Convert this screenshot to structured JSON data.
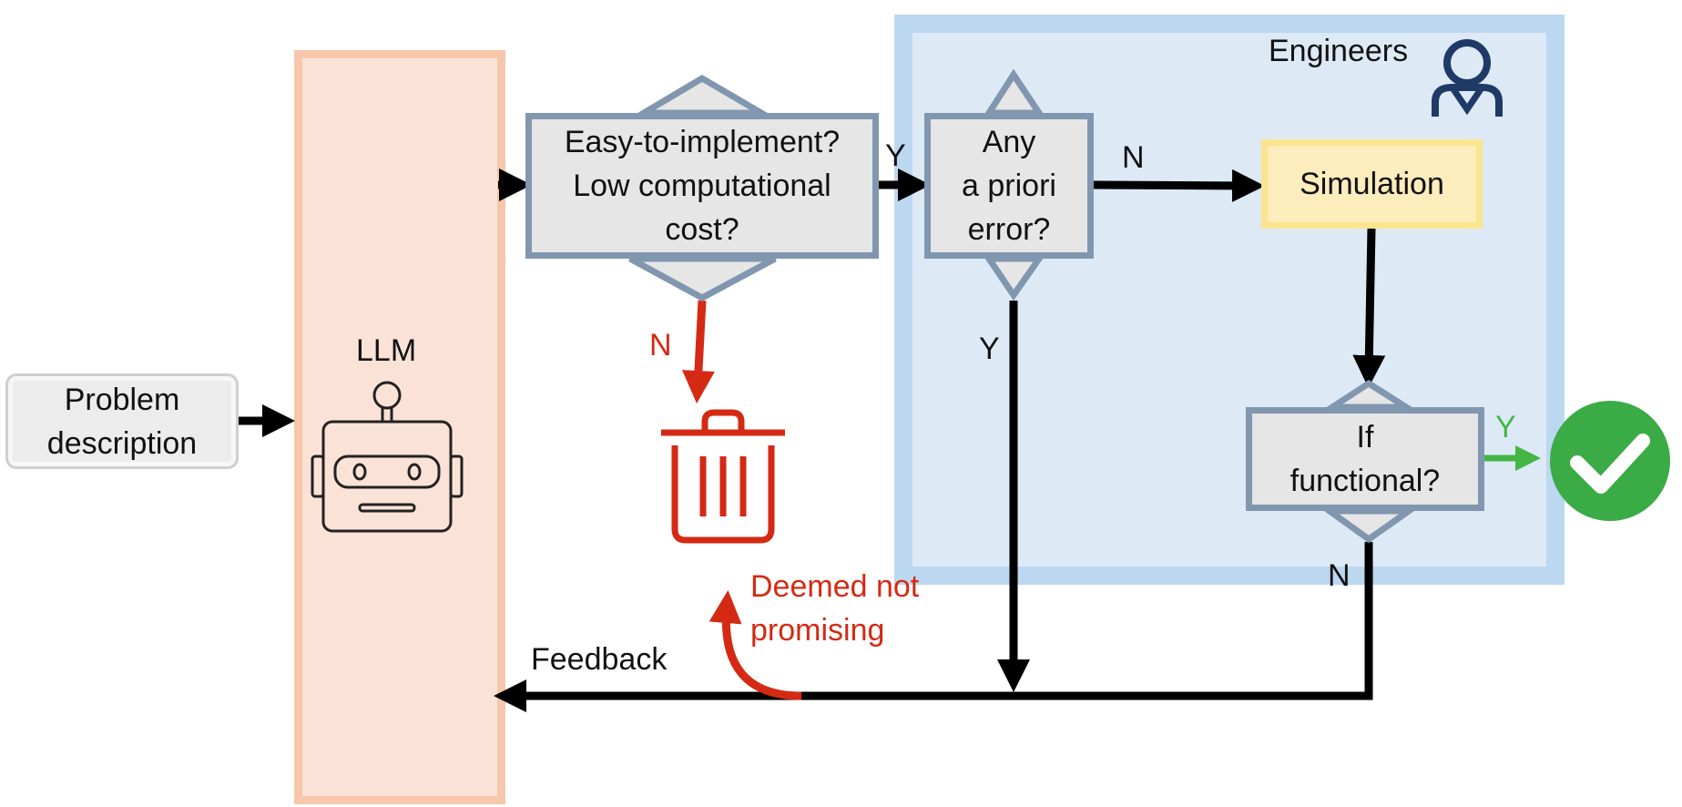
{
  "nodes": {
    "problem": "Problem\ndescription",
    "llm": "LLM",
    "decision_easy": "Easy-to-implement?\nLow computational\ncost?",
    "decision_error": "Any\na priori\nerror?",
    "simulation": "Simulation",
    "decision_functional": "If\nfunctional?",
    "engineers": "Engineers"
  },
  "edge_labels": {
    "easy_yes": "Y",
    "easy_no": "N",
    "error_no": "N",
    "error_yes": "Y",
    "functional_yes": "Y",
    "functional_no": "N",
    "feedback": "Feedback",
    "not_promising": "Deemed not\npromising"
  },
  "colors": {
    "engineers_panel": "#ddeaf6",
    "engineers_border": "#bcd7f0",
    "llm_panel": "#fbe2d6",
    "llm_border": "#f6c7ab",
    "decision_fill": "#e6e6e6",
    "decision_border": "#8196af",
    "simulation_fill": "#fdecbc",
    "simulation_border": "#fde48f",
    "reject": "#d42a14",
    "accept": "#45b545",
    "engineer_icon": "#1f3a66"
  },
  "icons": [
    "robot-icon",
    "trash-icon",
    "engineer-icon",
    "check-icon"
  ]
}
